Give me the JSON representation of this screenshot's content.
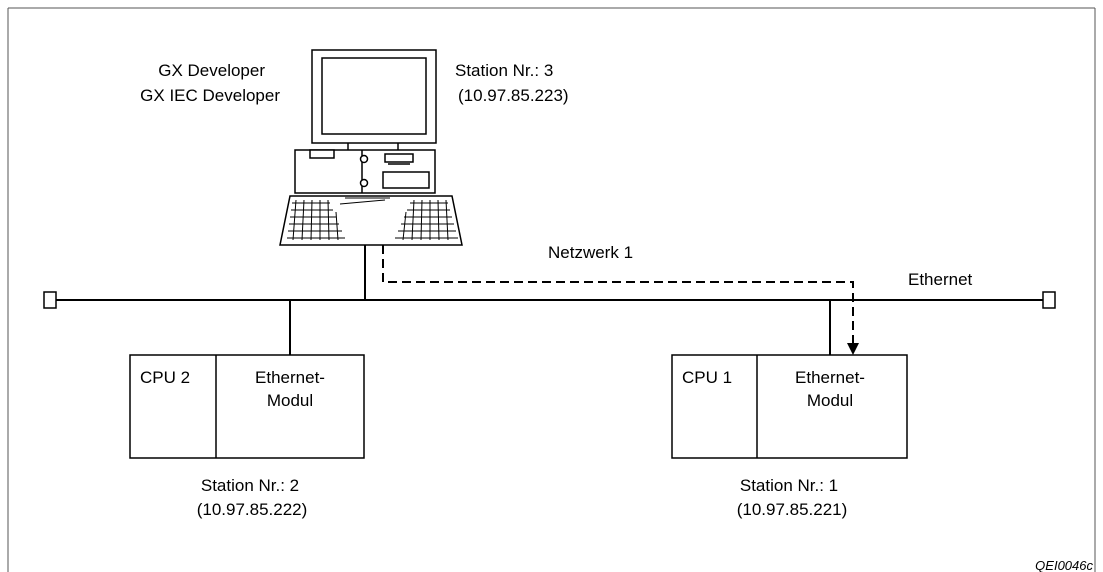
{
  "pc": {
    "software_line1": "GX Developer",
    "software_line2": "GX IEC Developer",
    "station_label": "Station Nr.: 3",
    "station_ip": "(10.97.85.223)"
  },
  "network": {
    "route_label": "Netzwerk 1",
    "bus_label": "Ethernet"
  },
  "station2": {
    "cpu_label": "CPU 2",
    "module_line1": "Ethernet-",
    "module_line2": "Modul",
    "station_label": "Station Nr.: 2",
    "station_ip": "(10.97.85.222)"
  },
  "station1": {
    "cpu_label": "CPU 1",
    "module_line1": "Ethernet-",
    "module_line2": "Modul",
    "station_label": "Station Nr.: 1",
    "station_ip": "(10.97.85.221)"
  },
  "figure_code": "QEI0046c"
}
